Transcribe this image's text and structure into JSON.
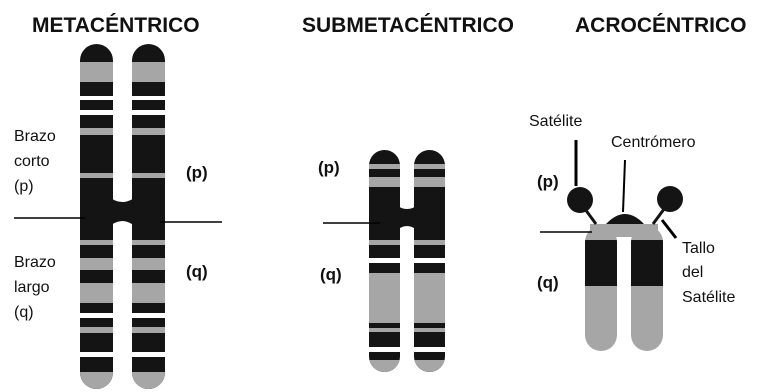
{
  "titles": {
    "metacentric": "METACÉNTRICO",
    "submetacentric": "SUBMETACÉNTRICO",
    "acrocentric": "ACROCÉNTRICO"
  },
  "metacentric": {
    "short_arm_label": [
      "Brazo",
      "corto",
      "(p)"
    ],
    "long_arm_label": [
      "Brazo",
      "largo",
      "(q)"
    ],
    "p_marker": "(p)",
    "q_marker": "(q)"
  },
  "submetacentric": {
    "p_marker": "(p)",
    "q_marker": "(q)"
  },
  "acrocentric": {
    "satellite_label": "Satélite",
    "centromere_label": "Centrómero",
    "stalk_label": [
      "Tallo",
      "del",
      "Satélite"
    ],
    "p_marker": "(p)",
    "q_marker": "(q)"
  },
  "colors": {
    "dark_band": "#141414",
    "light_band": "#a6a6a6",
    "white_band": "#ffffff",
    "line": "#000000"
  }
}
